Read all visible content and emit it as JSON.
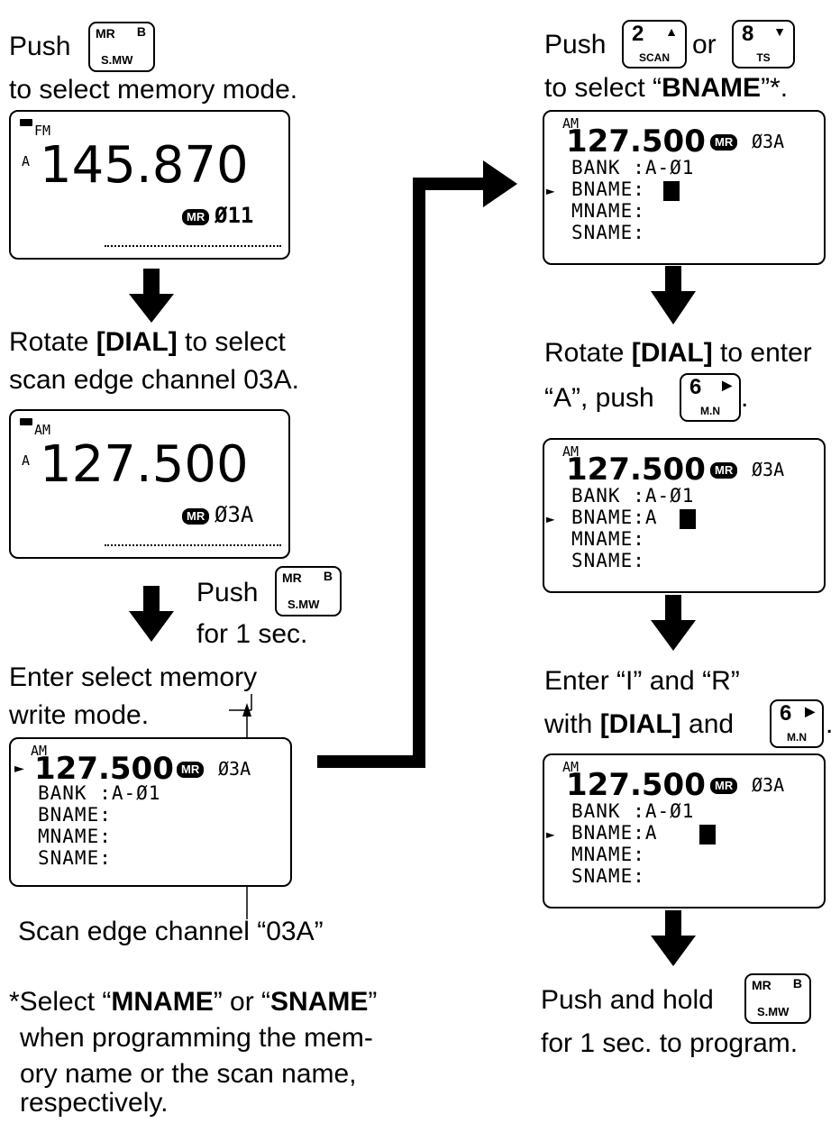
{
  "left_column": {
    "step1_push": "Push",
    "step1_desc": "to select memory mode.",
    "display1": {
      "mode": "FM",
      "vfo": "A",
      "freq": "145.870",
      "mr": "MR",
      "channel": "Ø11"
    },
    "step2_line1_pre": "Rotate ",
    "step2_dial": "[DIAL]",
    "step2_line1_post": " to select",
    "step2_line2": "scan edge channel 03A.",
    "display2": {
      "mode": "AM",
      "vfo": "A",
      "freq": "127.500",
      "mr": "MR",
      "channel": "Ø3A"
    },
    "step3_push": "Push",
    "step3_hold": "for 1 sec.",
    "step4_line1": "Enter select memory",
    "step4_line2": "write mode.",
    "display3": {
      "mode": "AM",
      "freq": "127.500",
      "mr": "MR",
      "channel": "Ø3A",
      "rows": [
        "BANK  :A-Ø1",
        "BNAME:",
        "MNAME:",
        "SNAME:"
      ]
    },
    "callout": "Scan edge channel “03A”",
    "footnote_l1_pre": "*Select “",
    "footnote_l1_b1": "MNAME",
    "footnote_l1_mid": "” or “",
    "footnote_l1_b2": "SNAME",
    "footnote_l1_post": "”",
    "footnote_l2": "when programming the mem-",
    "footnote_l3": "ory name or the scan name,",
    "footnote_l4": "respectively."
  },
  "right_column": {
    "step5_push": "Push",
    "step5_or": "or",
    "step5_desc_pre": "to select “",
    "step5_desc_b": "BNAME",
    "step5_desc_post": "”*.",
    "display4": {
      "mode": "AM",
      "freq": "127.500",
      "mr": "MR",
      "channel": "Ø3A",
      "bank": "BANK  :A-Ø1",
      "bname": "BNAME:",
      "mname": "MNAME:",
      "sname": "SNAME:"
    },
    "step6_line1_pre": "Rotate ",
    "step6_dial": "[DIAL]",
    "step6_line1_post": " to enter",
    "step6_line2": "“A”, push",
    "step6_dot": ".",
    "display5": {
      "mode": "AM",
      "freq": "127.500",
      "mr": "MR",
      "channel": "Ø3A",
      "bank": "BANK  :A-Ø1",
      "bname": "BNAME:A",
      "mname": "MNAME:",
      "sname": "SNAME:"
    },
    "step7_line1": "Enter “I” and “R”",
    "step7_line2_pre": "with ",
    "step7_dial": "[DIAL]",
    "step7_line2_post": " and",
    "step7_dot": ".",
    "display6": {
      "mode": "AM",
      "freq": "127.500",
      "mr": "MR",
      "channel": "Ø3A",
      "bank": "BANK  :A-Ø1",
      "bname": "BNAME:A",
      "mname": "MNAME:",
      "sname": "SNAME:"
    },
    "step8_line1": "Push and hold",
    "step8_line2": "for 1 sec. to program."
  },
  "keys": {
    "mr": {
      "top": "MR",
      "corner": "B",
      "sub": "S.MW"
    },
    "k2": {
      "num": "2",
      "arrow": "▲",
      "sub": "SCAN"
    },
    "k8": {
      "num": "8",
      "arrow": "▼",
      "sub": "TS"
    },
    "k6": {
      "num": "6",
      "arrow": "▶",
      "sub": "M.N"
    }
  }
}
